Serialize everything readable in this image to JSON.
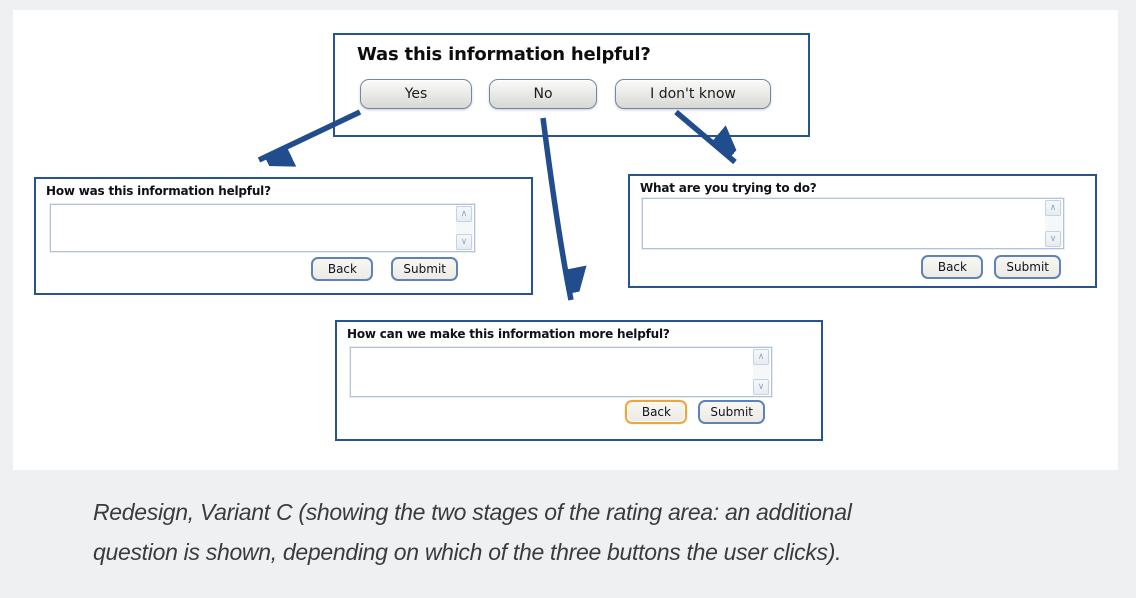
{
  "colors": {
    "page_background": "#eef0f2",
    "stage_background": "#ffffff",
    "panel_border": "#27538f",
    "arrow": "#224d8c",
    "small_button_border": "#5d83b8",
    "back_focus_border": "#efa637"
  },
  "rating": {
    "heading": "Was this information helpful?",
    "buttons": [
      {
        "label": "Yes"
      },
      {
        "label": "No"
      },
      {
        "label": "I don't know"
      }
    ]
  },
  "followups": [
    {
      "triggered_by": "Yes",
      "question": "How was this information helpful?",
      "textarea_value": "",
      "back_label": "Back",
      "submit_label": "Submit"
    },
    {
      "triggered_by": "No",
      "question": "How can we make this information more helpful?",
      "textarea_value": "",
      "back_label": "Back",
      "submit_label": "Submit"
    },
    {
      "triggered_by": "I don't know",
      "question": "What are you trying to do?",
      "textarea_value": "",
      "back_label": "Back",
      "submit_label": "Submit"
    }
  ],
  "icons": {
    "scroll_up": "∧",
    "scroll_down": "∨"
  },
  "caption": {
    "line1": "Redesign, Variant C (showing the two stages of the rating area: an additional",
    "line2": "question is shown, depending on which of the three buttons the user clicks)."
  }
}
